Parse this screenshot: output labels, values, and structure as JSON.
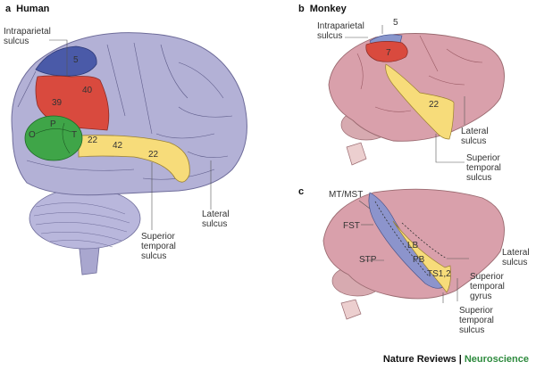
{
  "colors": {
    "human_cortex": "#b3b1d6",
    "monkey_cortex": "#d9a0ab",
    "area_blue": "#4a5aa8",
    "area_red": "#d94a3e",
    "area_green": "#3fa548",
    "area_yellow": "#f7dc7a",
    "stream_blue": "#8c94cc",
    "journal": "#111111",
    "section": "#2e8b3e"
  },
  "panels": {
    "a": {
      "letter": "a",
      "title": "Human",
      "labels": {
        "intraparietal": "Intraparietal\nsulcus",
        "lateral": "Lateral\nsulcus",
        "superior_temporal": "Superior\ntemporal\nsulcus"
      },
      "areas": {
        "area5": "5",
        "area40": "40",
        "area39": "39",
        "p": "P",
        "o": "O",
        "t": "T",
        "area22a": "22",
        "area42": "42",
        "area22b": "22"
      }
    },
    "b": {
      "letter": "b",
      "title": "Monkey",
      "labels": {
        "intraparietal": "Intraparietal\nsulcus",
        "area5": "5",
        "lateral": "Lateral\nsulcus",
        "superior_temporal": "Superior\ntemporal\nsulcus"
      },
      "areas": {
        "area7": "7",
        "area22": "22"
      }
    },
    "c": {
      "letter": "c",
      "labels": {
        "mtmst": "MT/MST",
        "fst": "FST",
        "stp": "STP",
        "lb": "LB",
        "pb": "PB",
        "ts": "TS1,2",
        "lateral": "Lateral\nsulcus",
        "stg": "Superior\ntemporal\ngyrus",
        "sts": "Superior\ntemporal\nsulcus"
      }
    }
  },
  "credit": {
    "journal": "Nature Reviews",
    "separator": "|",
    "section": "Neuroscience"
  }
}
